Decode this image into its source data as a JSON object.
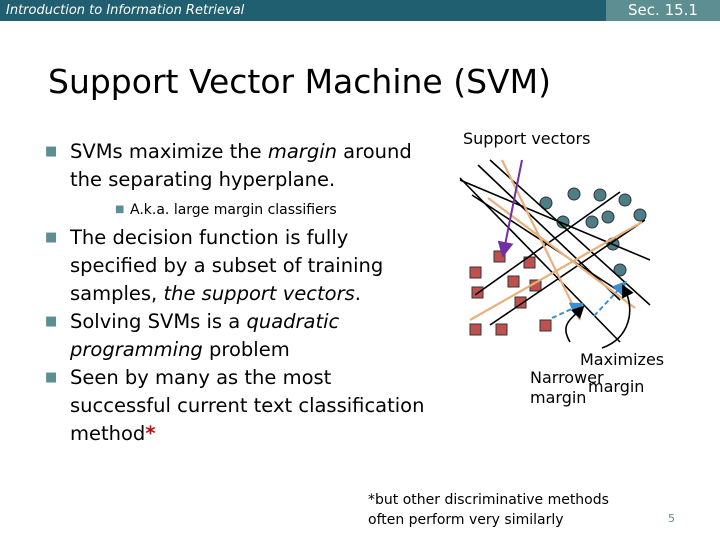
{
  "header": {
    "course_title": "Introduction to Information Retrieval",
    "section": "Sec. 15.1"
  },
  "slide": {
    "title": "Support Vector Machine (SVM)",
    "page_number": "5"
  },
  "bullets": {
    "b1": {
      "pre": "SVMs maximize the ",
      "em": "margin",
      "post": " around the separating hyperplane."
    },
    "sub1": "A.k.a. large margin classifiers",
    "b2": {
      "pre": "The decision function is fully specified by a subset of training samples, ",
      "em": "the support vectors",
      "post": "."
    },
    "b3": {
      "pre": "Solving SVMs is a ",
      "em": "quadratic programming",
      "post": " problem"
    },
    "b4": {
      "text": "Seen by many as the most successful current text classification method",
      "star": "*"
    }
  },
  "diagram": {
    "support_vectors_label": "Support vectors",
    "maximizes_label": "Maximizes",
    "margin_label_right": "margin",
    "narrower_label": "Narrower",
    "margin_label_left": "margin",
    "colors": {
      "circle": "#4d7e87",
      "square": "#c0504d",
      "pink_line": "#e8b07a",
      "purple_arrow": "#7030a0",
      "dashed": "#3b8ecf"
    }
  },
  "footnote": {
    "line1": "*but other discriminative methods",
    "line2": "often perform very similarly"
  }
}
